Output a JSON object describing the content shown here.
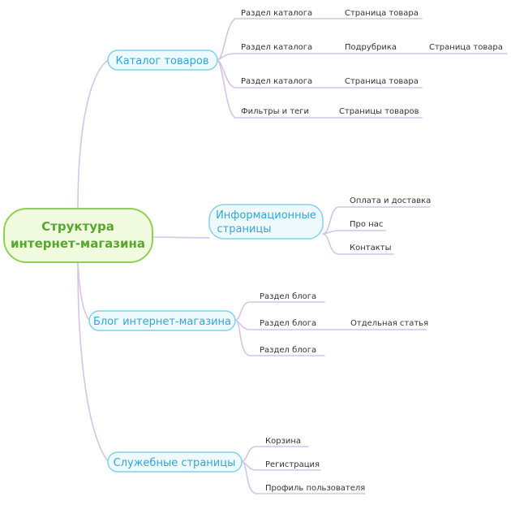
{
  "root": {
    "lines": [
      "Структура",
      "интернет-магазина"
    ]
  },
  "branches": [
    {
      "lines": [
        "Каталог товаров"
      ]
    },
    {
      "lines": [
        "Информационные",
        "страницы"
      ]
    },
    {
      "lines": [
        "Блог интернет-магазина"
      ]
    },
    {
      "lines": [
        "Служебные страницы"
      ]
    }
  ],
  "catalog_rows": [
    [
      "Раздел каталога",
      "Страница товара"
    ],
    [
      "Раздел каталога",
      "Подрубрика",
      "Страница товара"
    ],
    [
      "Раздел каталога",
      "Страница товара"
    ],
    [
      "Фильтры и теги",
      "Страницы товаров"
    ]
  ],
  "info_pages": [
    "Оплата и доставка",
    "Про нас",
    "Контакты"
  ],
  "blog_rows": [
    [
      "Раздел блога"
    ],
    [
      "Раздел блога",
      "Отдельная статья"
    ],
    [
      "Раздел блога"
    ]
  ],
  "service_pages": [
    "Корзина",
    "Регистрация",
    "Профиль пользователя"
  ]
}
